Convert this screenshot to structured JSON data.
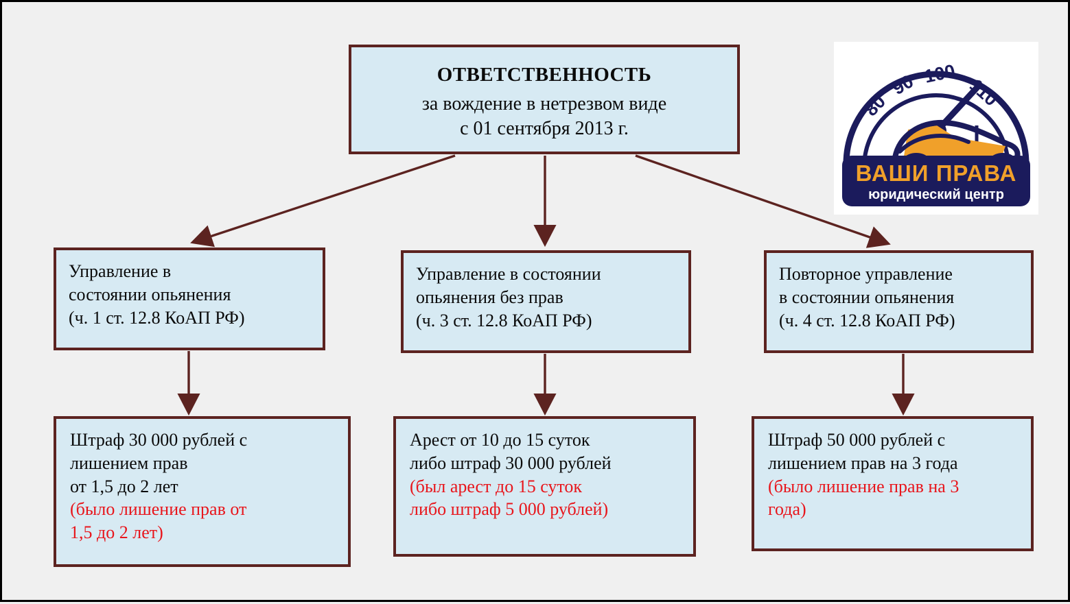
{
  "page": {
    "background_color": "#f0f0f0",
    "box_fill": "#d7eaf3",
    "box_border_color": "#5c2320",
    "arrow_color": "#5c2320",
    "red_text_color": "#e8161c"
  },
  "title": {
    "line1": "ОТВЕТСТВЕННОСТЬ",
    "line2": "за вождение в нетрезвом виде",
    "line3": "с 01 сентября 2013 г."
  },
  "offenses": [
    {
      "id": "part-1",
      "lines": [
        "Управление в",
        "состоянии опьянения",
        "(ч. 1 ст. 12.8 КоАП РФ)"
      ]
    },
    {
      "id": "part-3",
      "lines": [
        "Управление в состоянии",
        "опьянения без прав",
        "(ч. 3 ст. 12.8 КоАП РФ)"
      ]
    },
    {
      "id": "part-4",
      "lines": [
        "Повторное управление",
        "в состоянии опьянения",
        "(ч. 4 ст. 12.8 КоАП РФ)"
      ]
    }
  ],
  "penalties": [
    {
      "id": "penalty-part-1",
      "current": [
        "Штраф 30 000 рублей с",
        "лишением прав",
        "от 1,5 до 2 лет"
      ],
      "previous": [
        "(было лишение прав от",
        "1,5 до 2 лет)"
      ]
    },
    {
      "id": "penalty-part-3",
      "current": [
        "Арест от 10 до 15 суток",
        "либо штраф 30 000 рублей"
      ],
      "previous": [
        "(был арест до 15 суток",
        "либо штраф 5 000 рублей)"
      ]
    },
    {
      "id": "penalty-part-4",
      "current": [
        "Штраф 50 000 рублей с",
        "лишением прав на 3 года"
      ],
      "previous": [
        "(было лишение прав на 3",
        "года)"
      ]
    }
  ],
  "logo": {
    "brand": "ВАШИ ПРАВА",
    "tagline": "юридический центр",
    "speedometer_ticks": [
      "80",
      "90",
      "100",
      "110"
    ],
    "navy": "#1b1b5c",
    "orange": "#f0a02a",
    "white": "#ffffff"
  }
}
